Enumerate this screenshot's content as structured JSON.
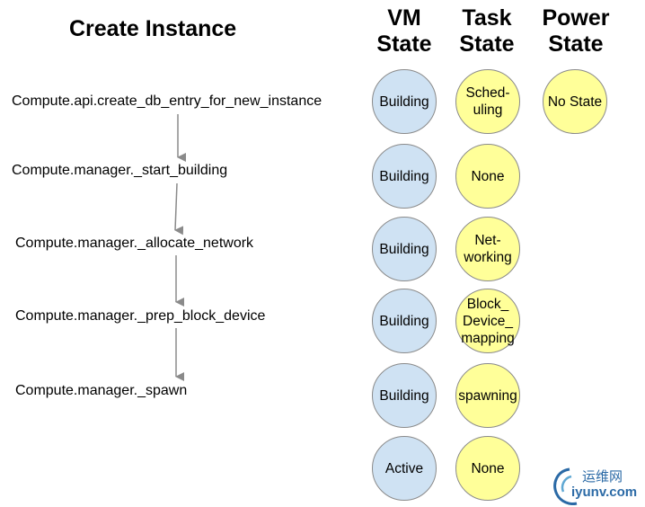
{
  "title": "Create Instance",
  "columns": {
    "vm": [
      "VM",
      "State"
    ],
    "task": [
      "Task",
      "State"
    ],
    "power": [
      "Power",
      "State"
    ]
  },
  "steps": [
    "Compute.api.create_db_entry_for_new_instance",
    "Compute.manager._start_building",
    "Compute.manager._allocate_network",
    "Compute.manager._prep_block_device",
    "Compute.manager._spawn"
  ],
  "vm_states": [
    "Building",
    "Building",
    "Building",
    "Building",
    "Building",
    "Active"
  ],
  "task_states": [
    "Sched-\nuling",
    "None",
    "Net-\nworking",
    "Block_\nDevice_\nmapping",
    "spawning",
    "None"
  ],
  "power_states": [
    "No State"
  ],
  "colors": {
    "vm": "#cfe2f3",
    "task": "#ffff99",
    "power": "#ffff99",
    "arrow": "#8a8a8a"
  },
  "watermark": {
    "text_cn": "运维网",
    "text_en": "iyunv.com"
  }
}
